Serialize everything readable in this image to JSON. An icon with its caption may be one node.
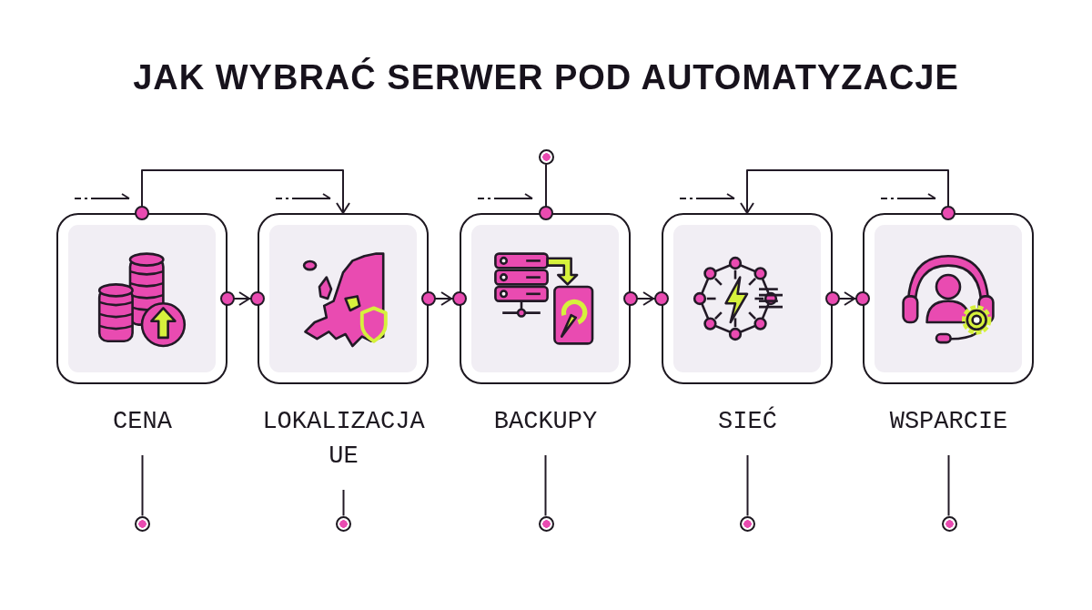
{
  "diagram": {
    "title": "JAK WYBRAĆ SERWER POD AUTOMATYZACJE",
    "nodes": [
      {
        "text": [
          "CENA"
        ]
      },
      {
        "text": [
          "LOKALIZACJA UE"
        ]
      },
      {
        "text": [
          "BACKUPY"
        ]
      },
      {
        "text": [
          "SIEĆ"
        ]
      },
      {
        "text": [
          "WSPARCIE"
        ]
      },
      {
        "text": [],
        "shape": "circle"
      },
      {
        "text": [],
        "shape": "circle"
      },
      {
        "text": [],
        "shape": "circle"
      },
      {
        "text": [],
        "shape": "circle"
      },
      {
        "text": [],
        "shape": "circle"
      },
      {
        "text": [],
        "shape": "circle"
      }
    ],
    "edges": [
      {
        "from": 0,
        "to": 1,
        "arrow": "to"
      },
      {
        "from": 1,
        "to": 2,
        "arrow": "to"
      },
      {
        "from": 2,
        "to": 3,
        "arrow": "to"
      },
      {
        "from": 3,
        "to": 4,
        "arrow": "to"
      },
      {
        "from": 0,
        "to": 1,
        "arrow": "to"
      },
      {
        "from": 4,
        "to": 3,
        "arrow": "to"
      },
      {
        "from": 5,
        "to": 2,
        "arrow": "other"
      },
      {
        "from": 0,
        "to": 6,
        "arrow": "none"
      },
      {
        "from": 1,
        "to": 7,
        "arrow": "none"
      },
      {
        "from": 2,
        "to": 8,
        "arrow": "none"
      },
      {
        "from": 3,
        "to": 9,
        "arrow": "none"
      },
      {
        "from": 4,
        "to": 10,
        "arrow": "none"
      }
    ]
  }
}
